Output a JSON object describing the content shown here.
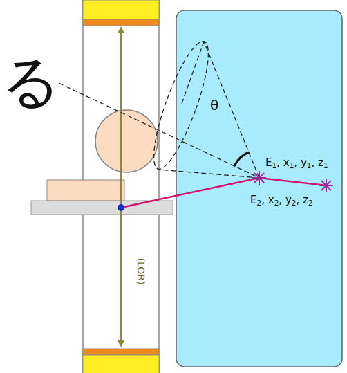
{
  "diagram": {
    "labels": [
      "る",
      "θ",
      "E1, x1, y1, z1",
      "E2, x2, y2, z2",
      "(LOR)"
    ]
  }
}
